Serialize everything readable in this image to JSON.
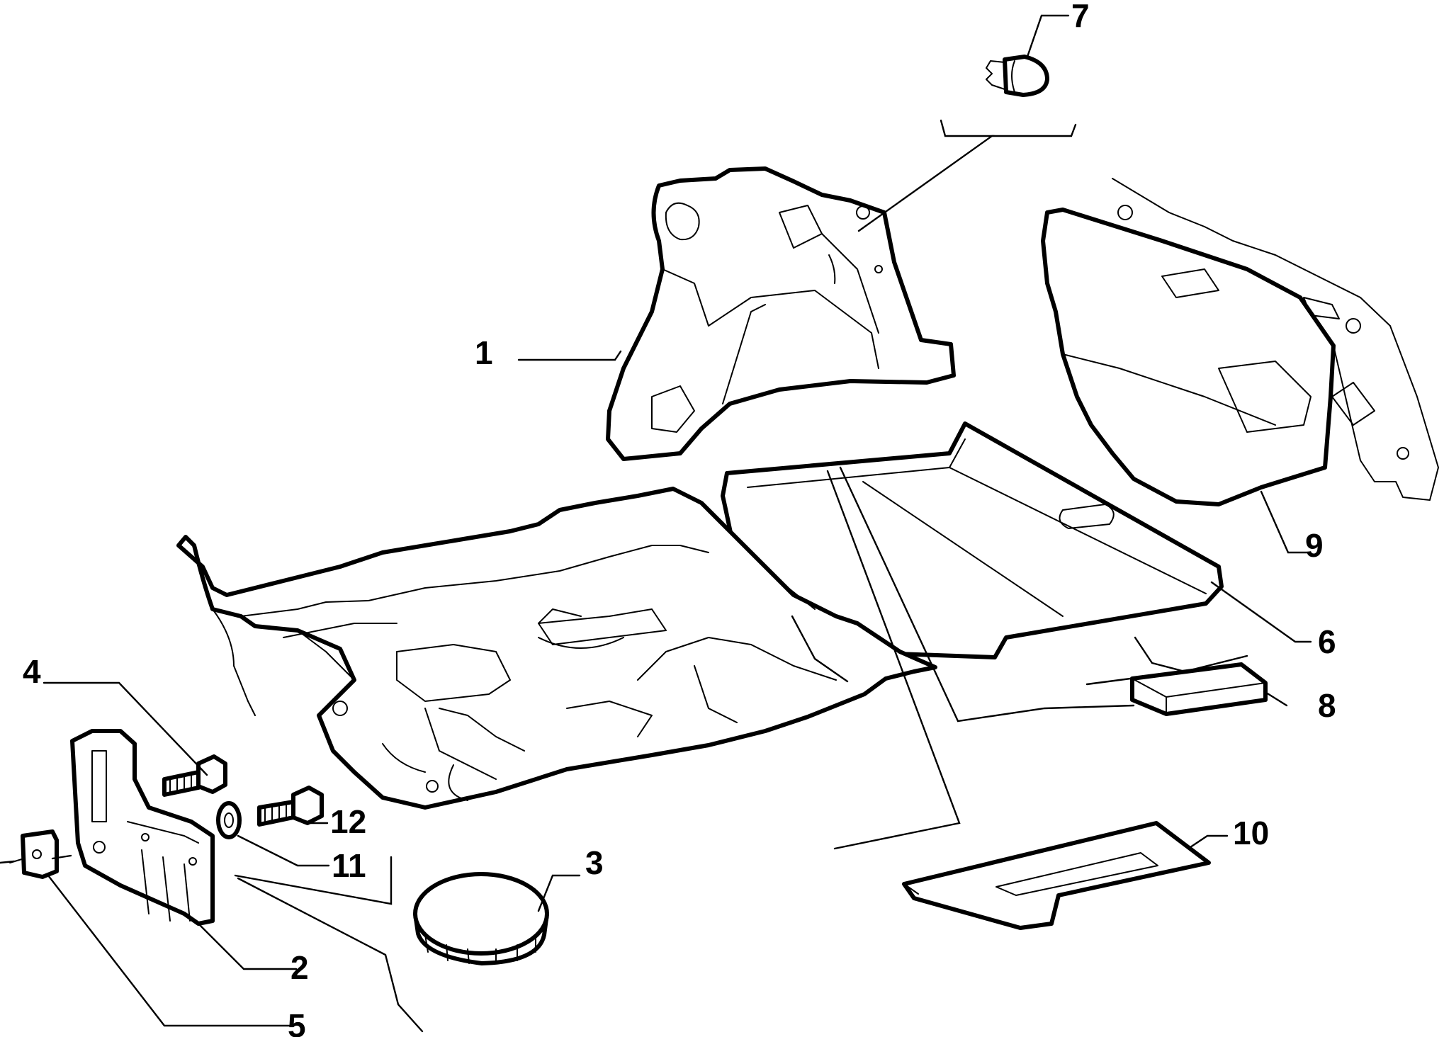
{
  "callouts": {
    "p1": "1",
    "p2": "2",
    "p3": "3",
    "p4": "4",
    "p5": "5",
    "p6": "6",
    "p7": "7",
    "p8": "8",
    "p9": "9",
    "p10": "10",
    "p11": "11",
    "p12": "12"
  },
  "colors": {
    "ink": "#000000",
    "paper": "#ffffff"
  }
}
